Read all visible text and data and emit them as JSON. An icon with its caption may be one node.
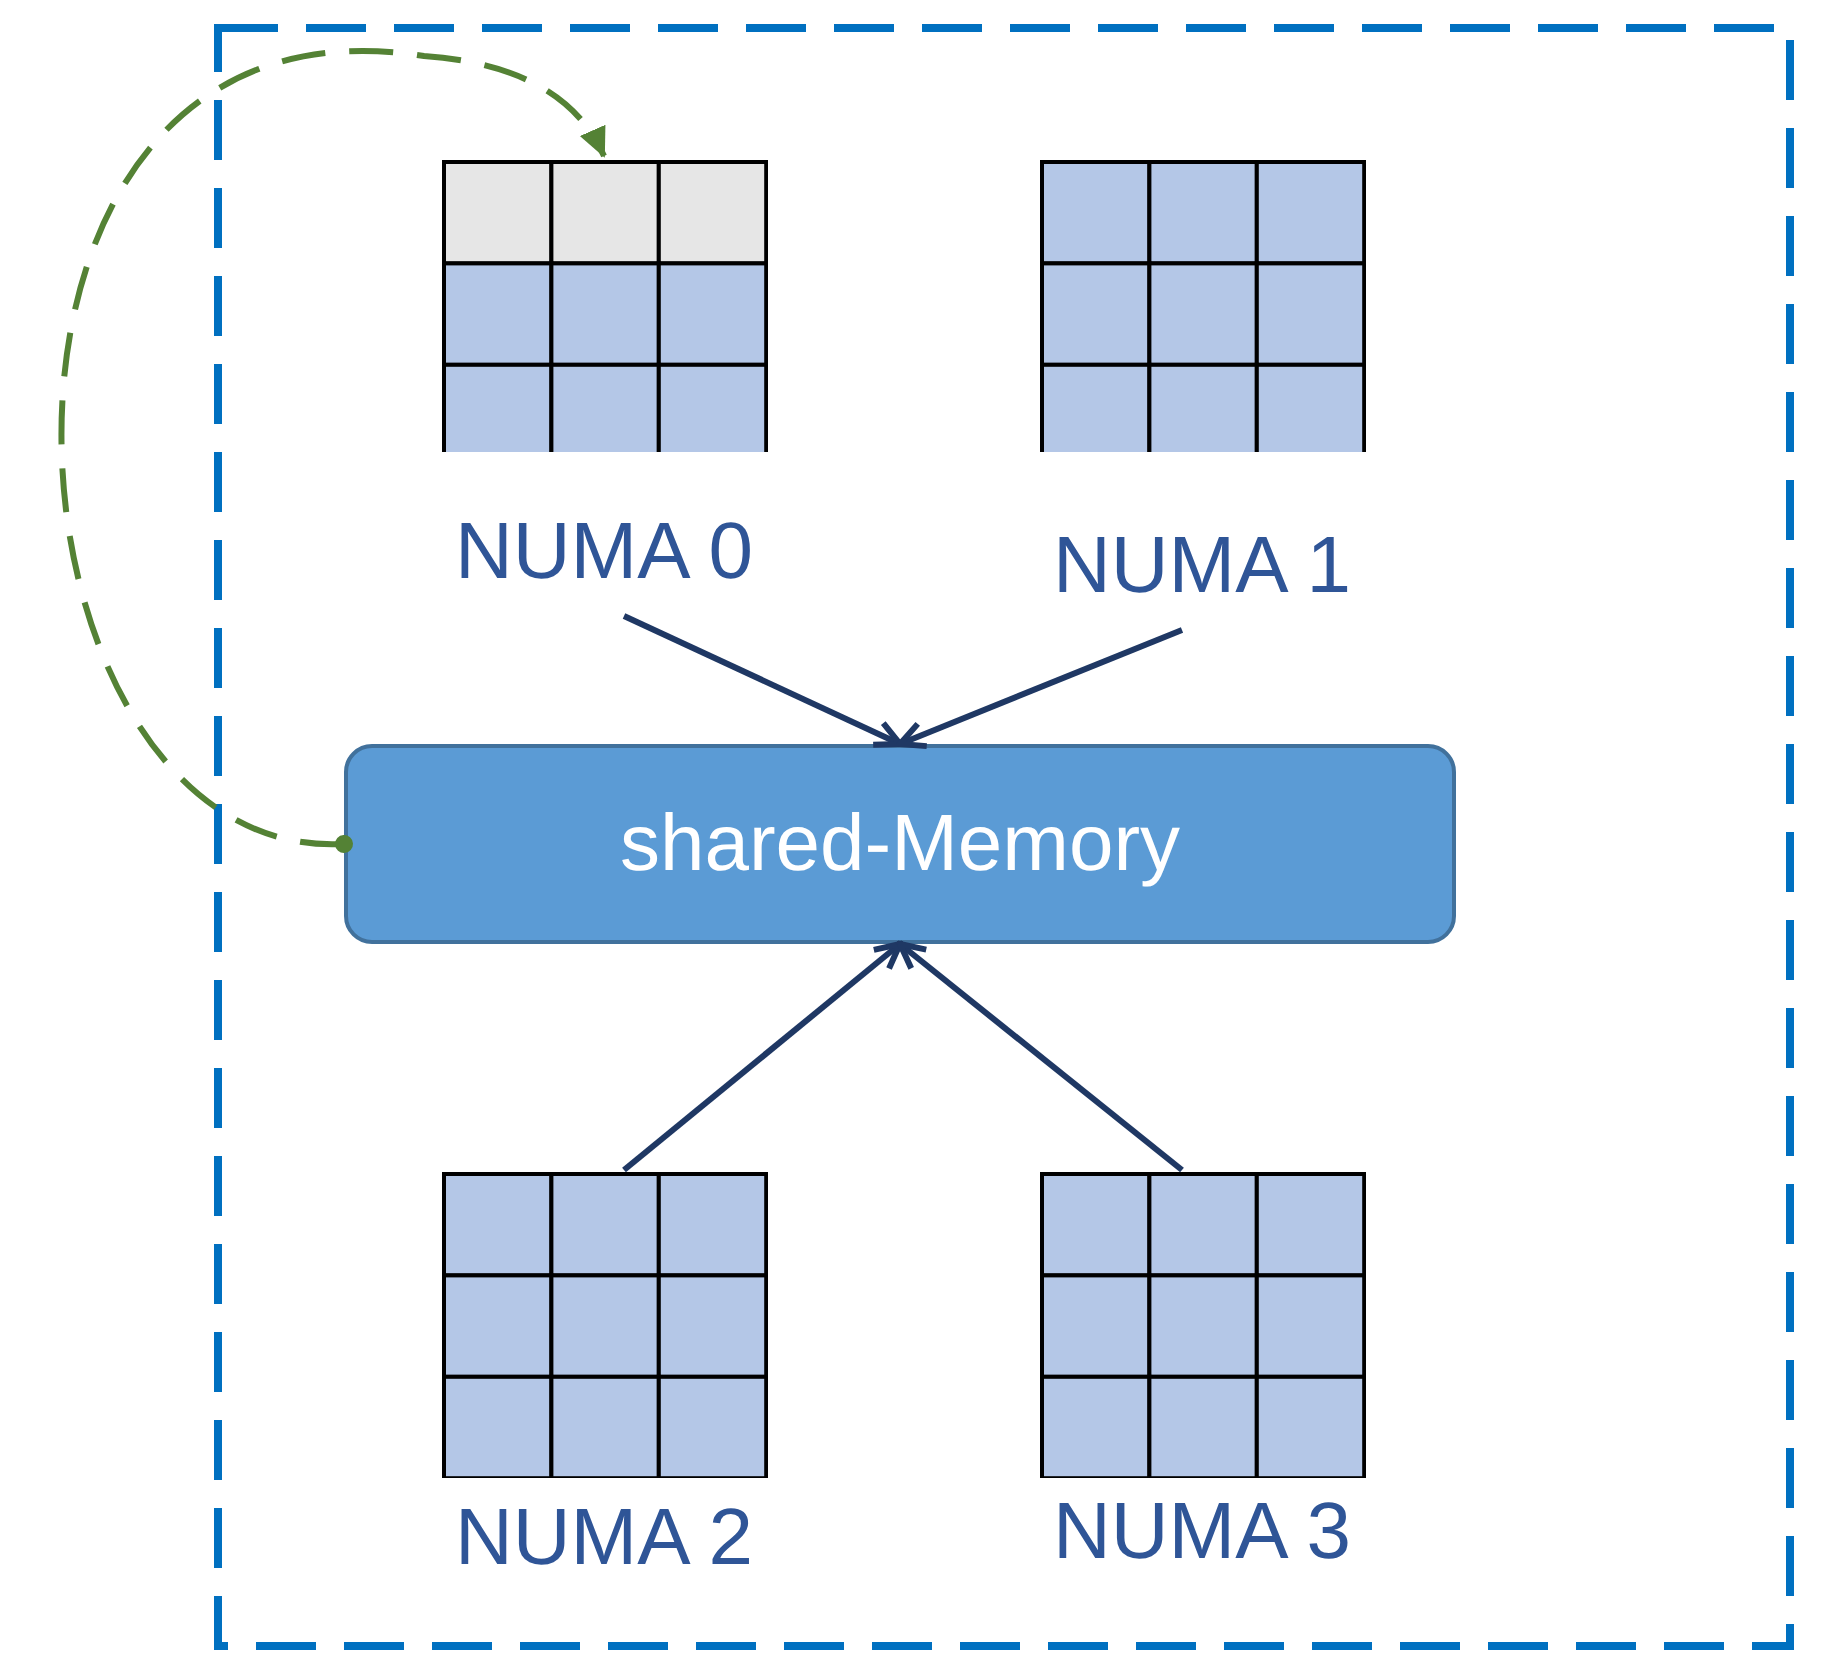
{
  "diagram": {
    "nodes": [
      {
        "text": [],
        "shape": "box"
      },
      {
        "text": [
          "NUMA 0"
        ],
        "in": 0
      },
      {
        "text": [
          "NUMA 1"
        ],
        "in": 0
      },
      {
        "text": [
          "shared-Memory"
        ],
        "in": 0
      },
      {
        "text": [
          "NUMA 2"
        ],
        "in": 0
      },
      {
        "text": [
          "NUMA 3"
        ],
        "in": 0
      }
    ],
    "edges": [
      {
        "from": 1,
        "to": 3,
        "arrow": "to"
      },
      {
        "from": 2,
        "to": 3,
        "arrow": "to"
      },
      {
        "from": 4,
        "to": 3,
        "arrow": "to"
      },
      {
        "from": 5,
        "to": 3,
        "arrow": "to"
      },
      {
        "from": 3,
        "to": 1,
        "arrow": "to",
        "style": "dashed",
        "color": "#548235"
      }
    ]
  }
}
